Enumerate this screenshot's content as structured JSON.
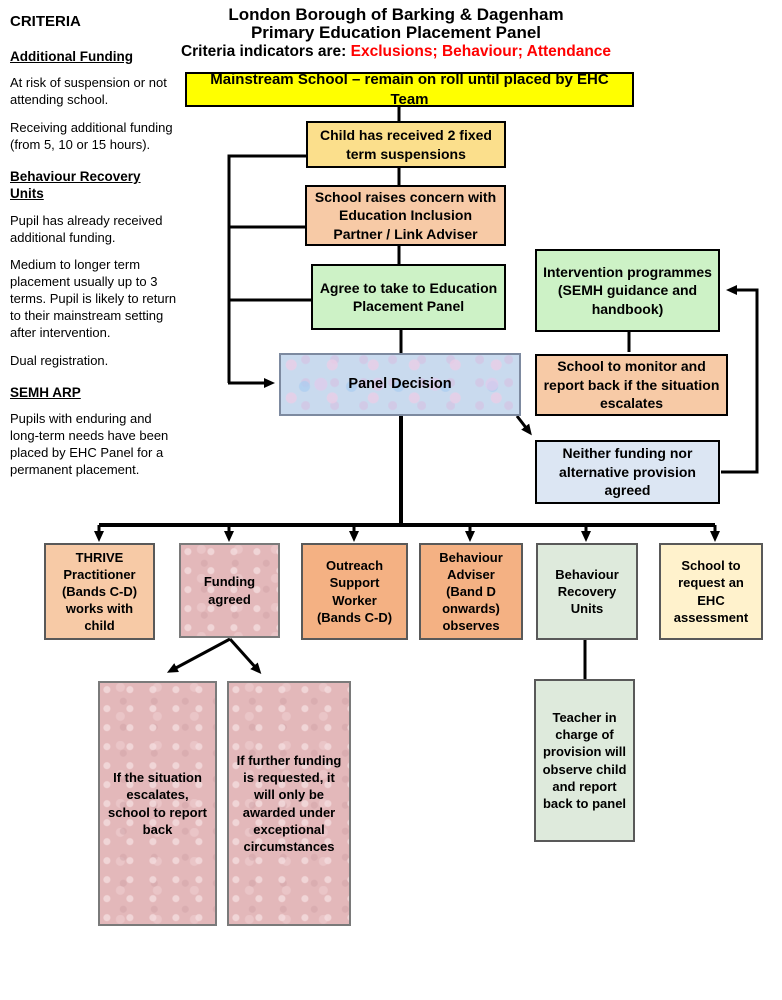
{
  "sidebar": {
    "title": "CRITERIA",
    "sections": [
      {
        "heading": "Additional Funding",
        "paragraphs": [
          "At risk of suspension or not attending school.",
          "Receiving additional funding (from 5, 10 or 15 hours)."
        ]
      },
      {
        "heading": "Behaviour Recovery Units",
        "paragraphs": [
          "Pupil has already received additional funding.",
          "Medium to longer term placement usually up to 3 terms. Pupil is likely to return to their mainstream setting after intervention.",
          "Dual registration."
        ]
      },
      {
        "heading": "SEMH ARP",
        "paragraphs": [
          "Pupils with enduring and long-term needs have been placed by EHC Panel for a permanent placement."
        ]
      }
    ]
  },
  "header": {
    "title_line1": "London Borough of Barking & Dagenham",
    "title_line2": "Primary Education Placement Panel",
    "criteria_prefix": "Criteria indicators are: ",
    "criteria_indicators": "Exclusions; Behaviour; Attendance"
  },
  "flowchart": {
    "nodes": {
      "mainstream": {
        "label": "Mainstream School – remain on roll until placed by EHC Team"
      },
      "child_suspensions": {
        "label": "Child has received 2 fixed term suspensions"
      },
      "school_raises": {
        "label": "School raises concern with Education Inclusion Partner / Link Adviser"
      },
      "agree_panel": {
        "label": "Agree to take to Education Placement Panel"
      },
      "panel_decision": {
        "label": "Panel Decision"
      },
      "intervention": {
        "label": "Intervention programmes (SEMH guidance and handbook)"
      },
      "monitor": {
        "label": "School to monitor and report back if the situation escalates"
      },
      "neither": {
        "label": "Neither funding nor alternative provision agreed"
      },
      "thrive": {
        "label": "THRIVE Practitioner (Bands C-D) works with child"
      },
      "funding_agreed": {
        "label": "Funding agreed"
      },
      "outreach": {
        "label": "Outreach Support Worker (Bands C-D)"
      },
      "adviser": {
        "label": "Behaviour Adviser (Band D onwards) observes"
      },
      "bru": {
        "label": "Behaviour Recovery Units"
      },
      "ehc_request": {
        "label": "School to request an EHC assessment"
      },
      "escalates": {
        "label": "If the situation escalates, school to report back"
      },
      "further_funding": {
        "label": "If further funding is requested, it will only be awarded under exceptional circumstances"
      },
      "teacher": {
        "label": "Teacher in charge of provision will observe child and report back to panel"
      }
    }
  },
  "colors": {
    "yellow": "#FFFF00",
    "gold": "#FBDF8C",
    "peach": "#F7CAA6",
    "orange": "#F4B183",
    "green_bright": "#CDF2C6",
    "green_pale": "#DEEADC",
    "cream": "#FFF2CC",
    "blue_pale": "#DCE6F3",
    "pink": "#E3B8BA",
    "panel_blue": "#C9DAEE",
    "red": "#FF0000"
  }
}
